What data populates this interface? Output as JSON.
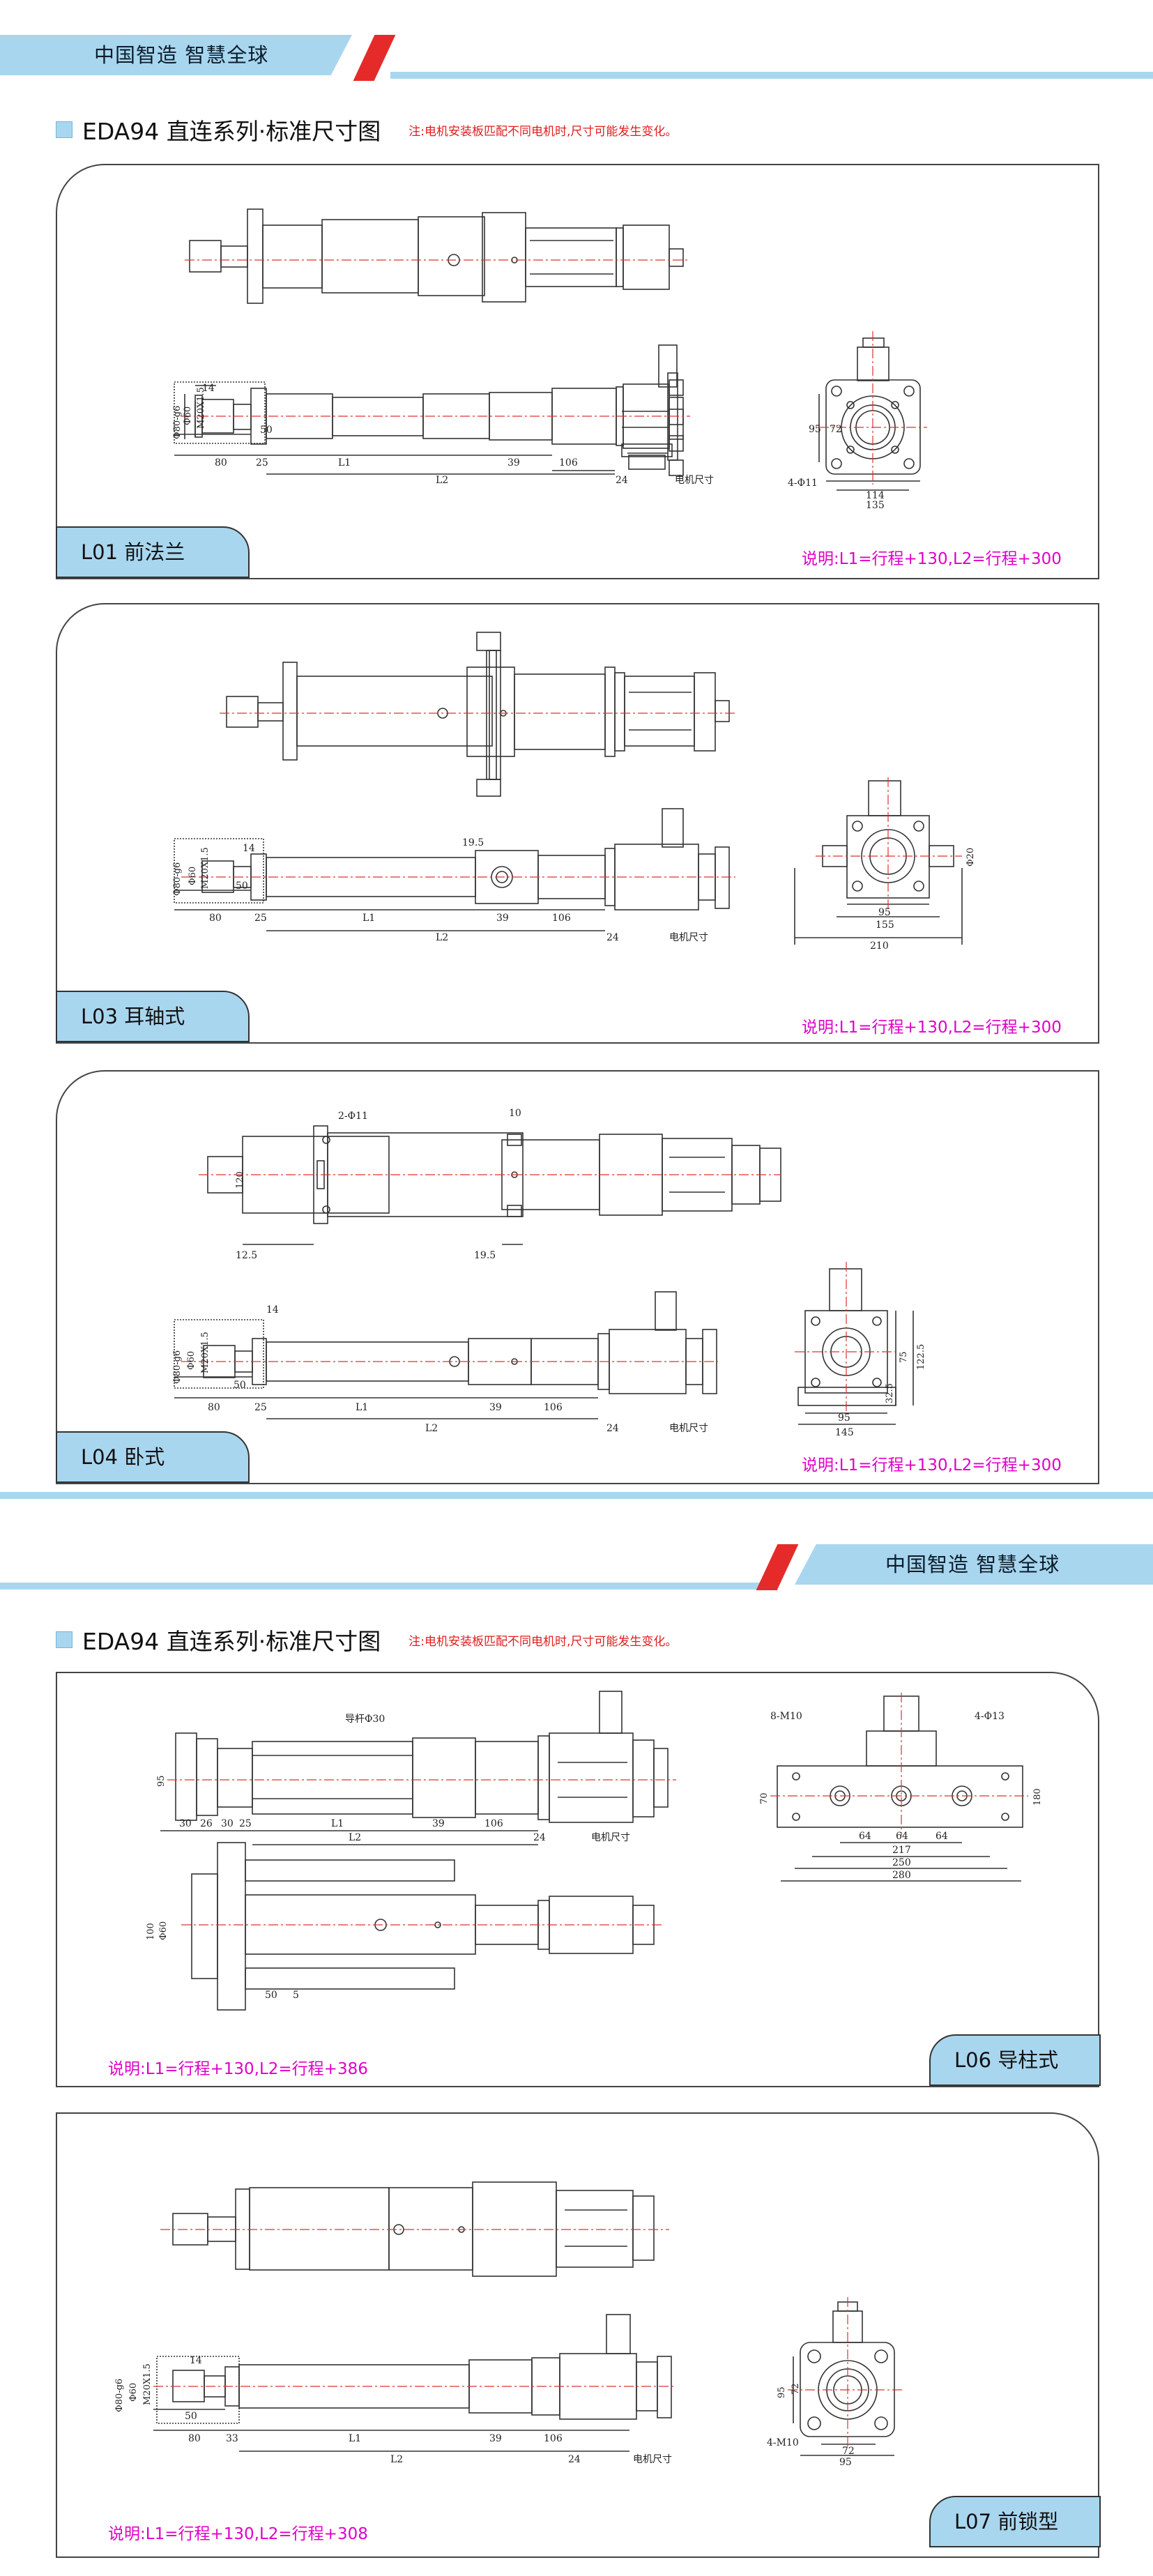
{
  "header_top": {
    "tagline": "中国智造 智慧全球"
  },
  "header_mid": {
    "tagline": "中国智造 智慧全球"
  },
  "section1": {
    "title": "EDA94 直连系列·标准尺寸图",
    "note": "注:电机安装板匹配不同电机时,尺寸可能发生变化。"
  },
  "section2": {
    "title": "EDA94 直连系列·标准尺寸图",
    "note": "注:电机安装板匹配不同电机时,尺寸可能发生变化。"
  },
  "panels": [
    {
      "label": "L01 前法兰",
      "formula": "说明:L1=行程+130,L2=行程+300"
    },
    {
      "label": "L03  耳轴式",
      "formula": "说明:L1=行程+130,L2=行程+300"
    },
    {
      "label": "L04  卧式",
      "formula": "说明:L1=行程+130,L2=行程+300"
    },
    {
      "label": "L06 导柱式",
      "formula": "说明:L1=行程+130,L2=行程+386"
    },
    {
      "label": "L07  前锁型",
      "formula": "说明:L1=行程+130,L2=行程+308"
    }
  ],
  "dims": {
    "l1": "L1",
    "l2": "L2",
    "motor": "电机尺寸",
    "d80": "80",
    "d25": "25",
    "d39": "39",
    "d106": "106",
    "d24": "24",
    "d14": "14",
    "d50": "50",
    "phi80g6": "Φ80-g6",
    "phi60": "Φ60",
    "m20": "M20X1.5",
    "d95": "95",
    "d72": "72",
    "d114": "114",
    "d135": "135",
    "holes11": "4-Φ11",
    "d19_5": "19.5",
    "d155": "155",
    "d210": "210",
    "phi20": "Φ20",
    "holes2_11": "2-Φ11",
    "d10": "10",
    "d120": "120",
    "d12_5": "12.5",
    "d145": "145",
    "d75": "75",
    "d122_5": "122.5",
    "d32_5": "32.5",
    "guide_rod": "导杆Φ30",
    "d30": "30",
    "d26": "26",
    "d5": "5",
    "d100": "100",
    "m10": "8-M10",
    "holes13": "4-Φ13",
    "d70": "70",
    "d180": "180",
    "d64": "64",
    "d217": "217",
    "d250": "250",
    "d280": "280",
    "d33": "33",
    "m10b": "4-M10"
  },
  "colors": {
    "accent": "#a9d6ef",
    "red": "#e52a2a",
    "magenta": "#e000c8",
    "centerline": "#e03030"
  }
}
